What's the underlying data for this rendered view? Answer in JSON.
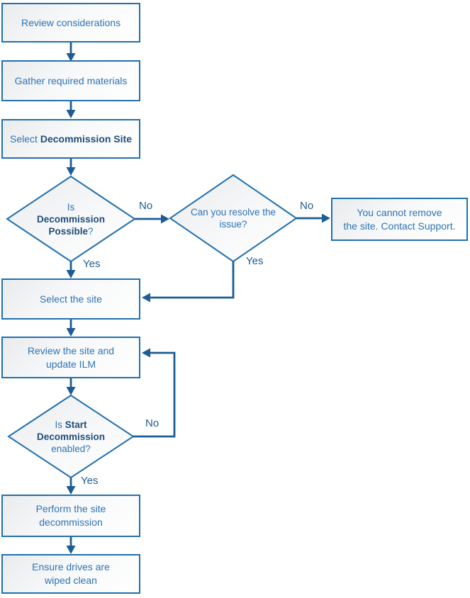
{
  "colors": {
    "box_border": "#2270ad",
    "connector": "#1d5c94",
    "text_normal": "#2e74b5",
    "text_bold": "#1f4e79",
    "branch_label": "#1f5c8f",
    "node_fill_start": "#e9ebed",
    "node_fill_end": "#ffffff"
  },
  "flowchart": {
    "boxes": {
      "review": {
        "label": "Review considerations"
      },
      "gather": {
        "label": "Gather required materials"
      },
      "select_decommission": {
        "normal": "Select ",
        "bold": "Decommission Site"
      },
      "select_site": {
        "label": "Select the site"
      },
      "review_ilm": {
        "line1": "Review the site and",
        "line2": "update ILM"
      },
      "perform": {
        "line1": "Perform the site",
        "line2": "decommission"
      },
      "ensure": {
        "line1": "Ensure drives are",
        "line2": "wiped clean"
      },
      "cannot_remove": {
        "line1": "You cannot remove",
        "line2": "the site. Contact Support."
      }
    },
    "decisions": {
      "decommission_possible": {
        "line1": "Is",
        "line2_bold": "Decommission",
        "line3_bold": "Possible",
        "line3_suffix": "?"
      },
      "resolve_issue": {
        "label": "Can you resolve the issue?"
      },
      "start_decommission": {
        "line1_normal": "Is ",
        "line1_bold": "Start",
        "line2_bold": "Decommission",
        "line3": "enabled?"
      }
    },
    "labels": {
      "d1_no": "No",
      "d1_yes": "Yes",
      "d2_no": "No",
      "d2_yes": "Yes",
      "d3_no": "No",
      "d3_yes": "Yes"
    }
  }
}
